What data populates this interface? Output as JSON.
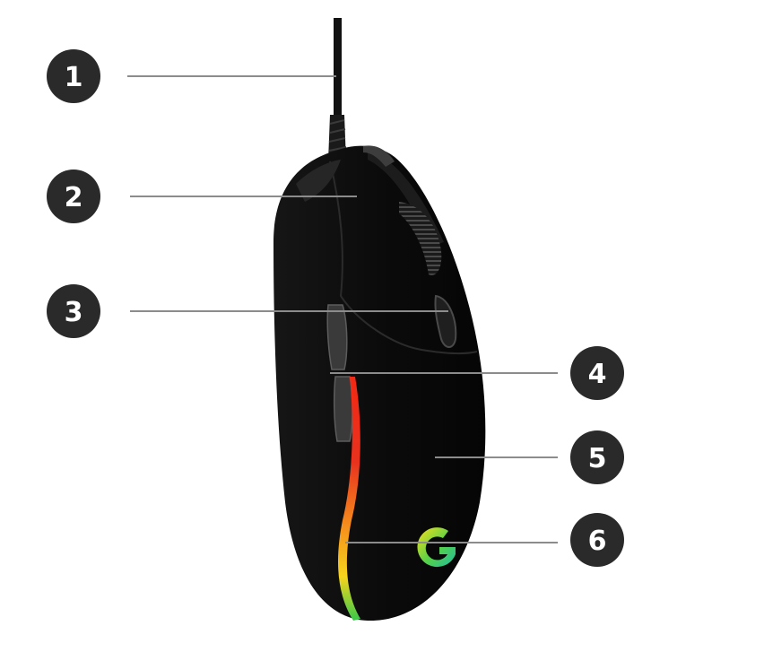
{
  "callouts": [
    {
      "id": 1,
      "label": "1"
    },
    {
      "id": 2,
      "label": "2"
    },
    {
      "id": 3,
      "label": "3"
    },
    {
      "id": 4,
      "label": "4"
    },
    {
      "id": 5,
      "label": "5"
    },
    {
      "id": 6,
      "label": "6"
    }
  ],
  "colors": {
    "badge": "#2a2a2a",
    "leader": "#8c8c8c",
    "mouse_body": "#0b0b0b",
    "rgb_strip": [
      "#e8321e",
      "#f58a1c",
      "#f7d51d",
      "#36c94a"
    ],
    "logo": [
      "#f7e019",
      "#55d04a",
      "#1fbfa2"
    ]
  },
  "icons": {
    "device": "gaming-mouse-icon",
    "logo": "g-logo-icon"
  }
}
